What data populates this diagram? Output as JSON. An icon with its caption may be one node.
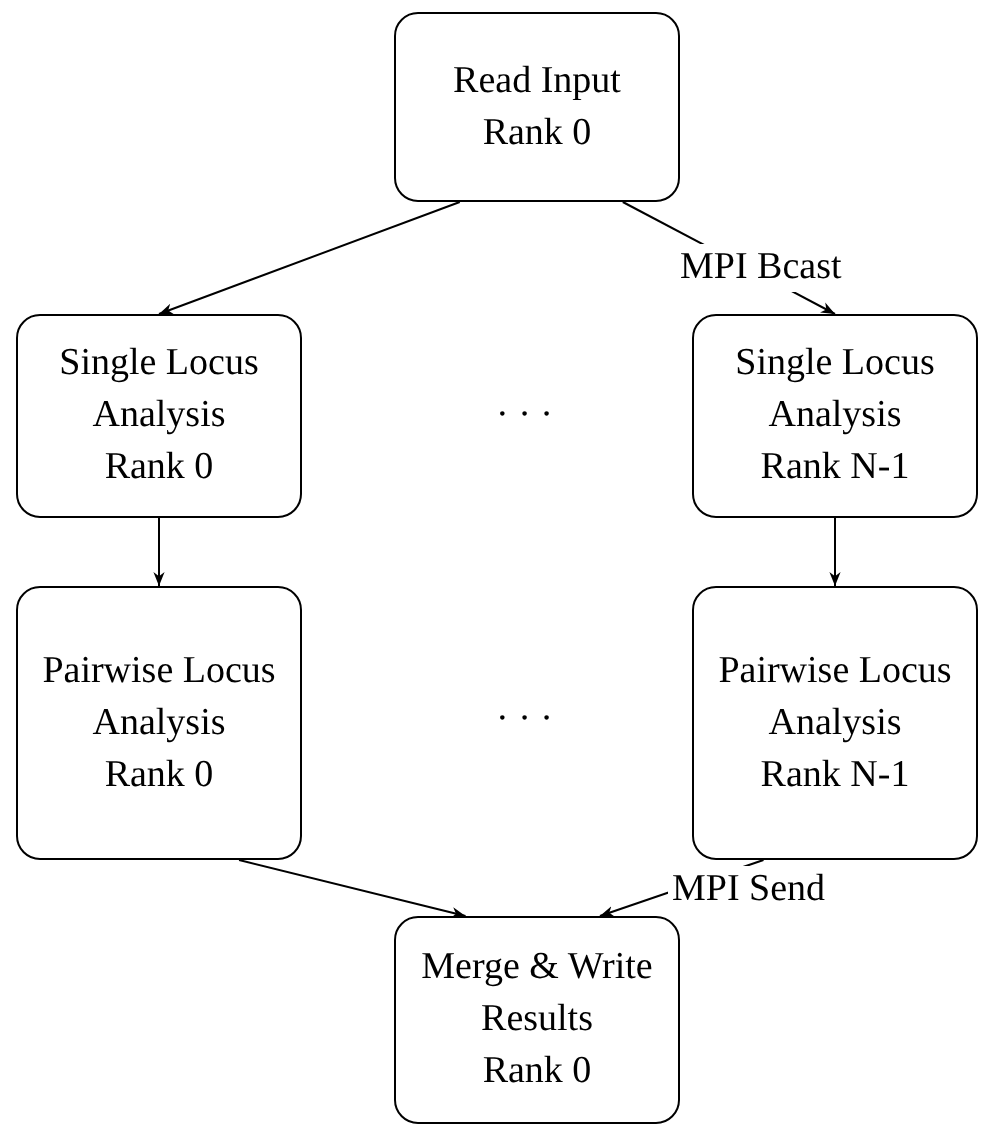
{
  "diagram": {
    "nodes": [
      {
        "text": [
          "Read Input",
          "Rank 0"
        ]
      },
      {
        "text": [
          "Single Locus Analysis",
          "Rank 0"
        ]
      },
      {
        "text": [
          "Single Locus Analysis",
          "Rank N-1"
        ]
      },
      {
        "text": [
          "Pairwise Locus Analysis",
          "Rank 0"
        ]
      },
      {
        "text": [
          "Pairwise Locus Analysis",
          "Rank N-1"
        ]
      },
      {
        "text": [
          "Merge & Write Results",
          "Rank 0"
        ]
      }
    ],
    "edges": [
      {
        "from": 0,
        "to": 1,
        "arrow": "to"
      },
      {
        "from": 0,
        "to": 2,
        "arrow": "to",
        "label": "MPI Bcast"
      },
      {
        "from": 1,
        "to": 3,
        "arrow": "to"
      },
      {
        "from": 2,
        "to": 4,
        "arrow": "to"
      },
      {
        "from": 3,
        "to": 5,
        "arrow": "to"
      },
      {
        "from": 4,
        "to": 5,
        "arrow": "to",
        "label": "MPI Send"
      }
    ],
    "labels": [
      "· · ·",
      "· · ·"
    ]
  }
}
